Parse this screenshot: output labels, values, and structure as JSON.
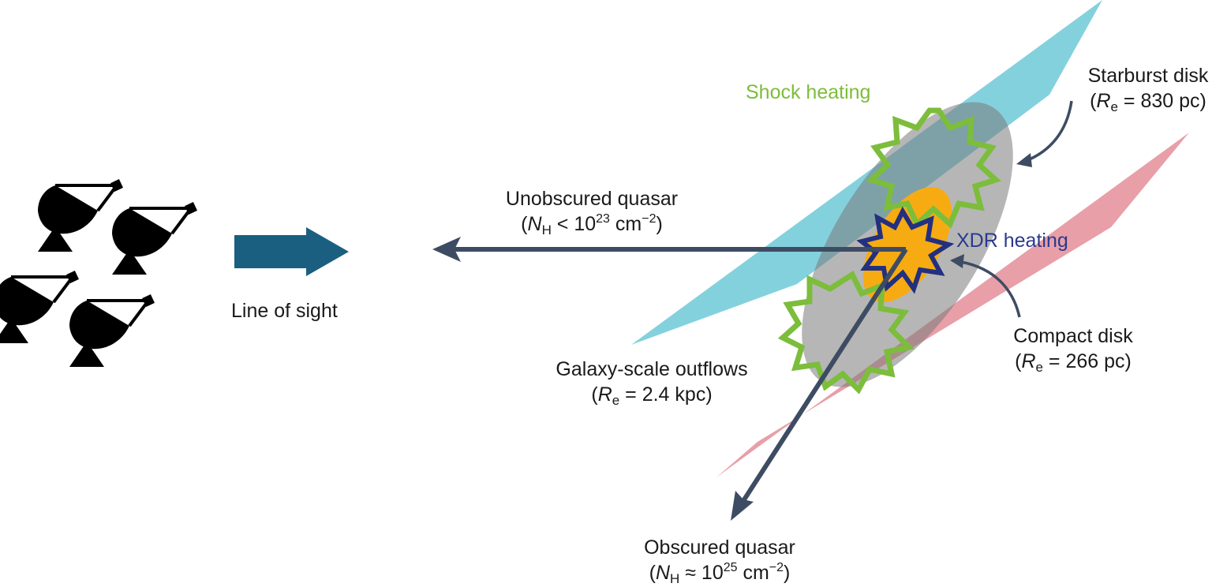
{
  "colors": {
    "background": "#ffffff",
    "starburst_disk_fill": "#7dcfdc",
    "galaxy_outflow_fill": "#e79aa3",
    "compact_disk_fill": "#7a7a7a",
    "xdr_core_fill": "#f7ab12",
    "xdr_star_stroke": "#23307f",
    "xdr_label": "#2a3a8e",
    "shock_star_stroke": "#7cbd3c",
    "shock_label": "#7dbd3a",
    "quasar_arrow": "#3e4c63",
    "line_of_sight_arrow": "#1a5f80",
    "pointer_arrow": "#3e4c63",
    "telescope": "#000000"
  },
  "icons": {
    "telescopes": [
      "radio-dish-icon",
      "radio-dish-icon",
      "radio-dish-icon",
      "radio-dish-icon"
    ],
    "line_of_sight": "thick-arrow-right-icon"
  },
  "labels": {
    "line_of_sight": "Line of sight",
    "shock_heating": "Shock heating",
    "xdr_heating": "XDR heating",
    "starburst_disk": {
      "name": "Starburst disk",
      "open": "(",
      "symbol": "R",
      "sub": "e",
      "value": " = 830 pc)"
    },
    "compact_disk": {
      "name": "Compact disk",
      "open": "(",
      "symbol": "R",
      "sub": "e",
      "value": " = 266 pc)"
    },
    "outflows": {
      "name": "Galaxy-scale outflows",
      "open": "(",
      "symbol": "R",
      "sub": "e",
      "value": " = 2.4 kpc)"
    },
    "unobscured_quasar": {
      "name": "Unobscured quasar",
      "open": "(",
      "symbol": "N",
      "sub": "H",
      "relation": " < 10",
      "exponent": "23",
      "unit": " cm",
      "unit_exponent": "−2",
      "close": ")"
    },
    "obscured_quasar": {
      "name": "Obscured quasar",
      "open": "(",
      "symbol": "N",
      "sub": "H",
      "relation": " ≈ 10",
      "exponent": "25",
      "unit": " cm",
      "unit_exponent": "−2",
      "close": ")"
    }
  }
}
